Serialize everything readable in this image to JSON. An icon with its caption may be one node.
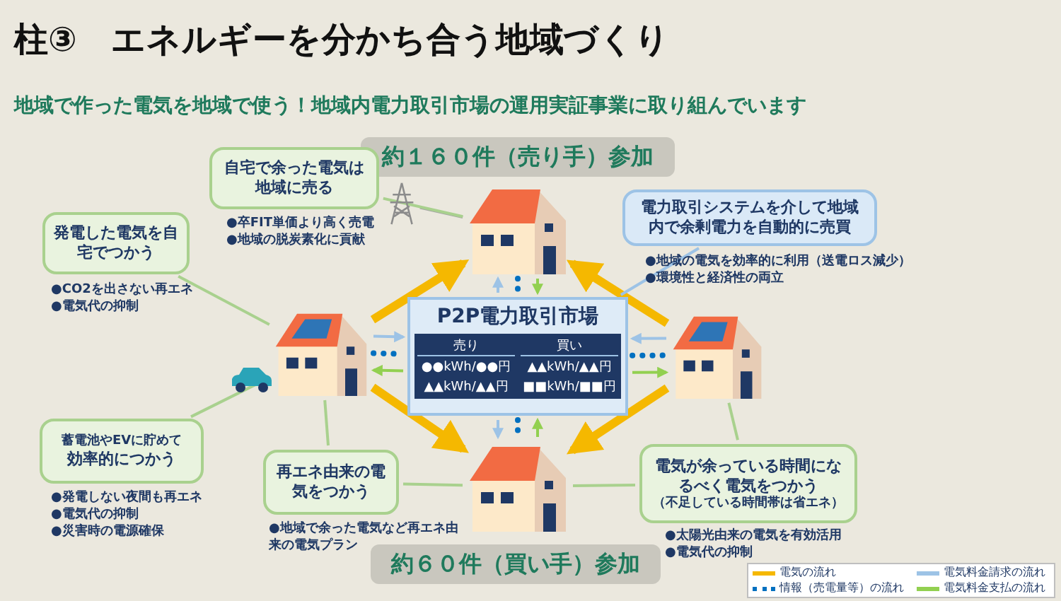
{
  "diagram": {
    "title": "柱③　エネルギーを分かち合う地域づくり",
    "nodes": [
      {
        "text": [
          "約１６０件（売り手）参加"
        ]
      },
      {
        "text": [],
        "shape": "picture"
      },
      {
        "text": [],
        "shape": "picture"
      },
      {
        "text": [],
        "shape": "picture"
      },
      {
        "text": [],
        "shape": "picture"
      },
      {
        "text": [
          "P2P電力取引市場",
          "売り",
          "買い",
          "●●kWh/●●円",
          "▲▲kWh/▲▲円",
          "▲▲kWh/▲▲円",
          "■■kWh/■■円"
        ]
      },
      {
        "text": [
          "約６０件（買い手）参加"
        ]
      },
      {
        "text": [
          "自宅で余った電気は地域に売る"
        ],
        "beside": [
          "●卒FIT単価より高く売電",
          "●地域の脱炭素化に貢献"
        ]
      },
      {
        "text": [
          "発電した電気を自宅でつかう"
        ],
        "beside": [
          "●CO2を出さない再エネ",
          "●電気代の抑制"
        ]
      },
      {
        "text": [
          "電力取引システムを介して地域内で余剰電力を自動的に売買"
        ],
        "beside": [
          "●地域の電気を効率的に利用（送電ロス減少）",
          "●環境性と経済性の両立"
        ]
      },
      {
        "text": [
          "蓄電池やEVに貯めて",
          "効率的につかう"
        ],
        "beside": [
          "●発電しない夜間も再エネ",
          "●電気代の抑制",
          "●災害時の電源確保"
        ]
      },
      {
        "text": [
          "再エネ由来の電気をつかう"
        ],
        "beside": [
          "●地域で余った電気など再エネ由来の電気プラン"
        ]
      },
      {
        "text": [
          "電気が余っている時間になるべく電気をつかう",
          "（不足している時間帯は省エネ）"
        ],
        "beside": [
          "●太陽光由来の電気を有効活用",
          "●電気代の抑制"
        ]
      },
      {
        "text": [],
        "shape": "picture"
      }
    ],
    "edges": [
      {
        "from": 2,
        "to": 1,
        "arrow": "to",
        "style": "thick",
        "color": "#f5b800"
      },
      {
        "from": 3,
        "to": 1,
        "arrow": "to",
        "style": "thick",
        "color": "#f5b800"
      },
      {
        "from": 2,
        "to": 4,
        "arrow": "to",
        "style": "thick",
        "color": "#f5b800"
      },
      {
        "from": 3,
        "to": 4,
        "arrow": "to",
        "style": "thick",
        "color": "#f5b800"
      },
      {
        "from": 5,
        "to": 1,
        "arrow": "to",
        "color": "#9dc3e6"
      },
      {
        "from": 1,
        "to": 5,
        "arrow": "none",
        "style": "dashed",
        "color": "#0070c0"
      },
      {
        "from": 1,
        "to": 5,
        "arrow": "to",
        "color": "#92d050"
      },
      {
        "from": 2,
        "to": 5,
        "arrow": "to",
        "color": "#9dc3e6"
      },
      {
        "from": 2,
        "to": 5,
        "arrow": "none",
        "style": "dashed",
        "color": "#0070c0"
      },
      {
        "from": 5,
        "to": 2,
        "arrow": "to",
        "color": "#92d050"
      },
      {
        "from": 3,
        "to": 5,
        "arrow": "to",
        "color": "#9dc3e6"
      },
      {
        "from": 5,
        "to": 3,
        "arrow": "none",
        "style": "dashed",
        "color": "#0070c0"
      },
      {
        "from": 5,
        "to": 3,
        "arrow": "to",
        "color": "#92d050"
      },
      {
        "from": 5,
        "to": 4,
        "arrow": "to",
        "color": "#9dc3e6"
      },
      {
        "from": 5,
        "to": 4,
        "arrow": "none",
        "style": "dashed",
        "color": "#0070c0"
      },
      {
        "from": 4,
        "to": 5,
        "arrow": "to",
        "color": "#92d050"
      },
      {
        "from": 13,
        "to": 1,
        "arrow": "none",
        "color": "#a6a6a6"
      },
      {
        "from": 7,
        "to": 1,
        "arrow": "none"
      },
      {
        "from": 8,
        "to": 2,
        "arrow": "none"
      },
      {
        "from": 9,
        "to": 5,
        "arrow": "none",
        "color": "#9dc3e6"
      },
      {
        "from": 10,
        "to": 2,
        "arrow": "none"
      },
      {
        "from": 11,
        "to": 2,
        "arrow": "none"
      },
      {
        "from": 11,
        "to": 4,
        "arrow": "none"
      },
      {
        "from": 12,
        "to": 3,
        "arrow": "none"
      },
      {
        "from": 12,
        "to": 4,
        "arrow": "none"
      }
    ],
    "labels": [
      "地域で作った電気を地域で使う！地域内電力取引市場の運用実証事業に取り組んでいます"
    ],
    "legend": [
      {
        "text": "電気の流れ"
      },
      {
        "text": "情報（売電量等）の流れ"
      },
      {
        "text": "電気料金請求の流れ"
      },
      {
        "text": "電気料金支払の流れ"
      }
    ]
  }
}
